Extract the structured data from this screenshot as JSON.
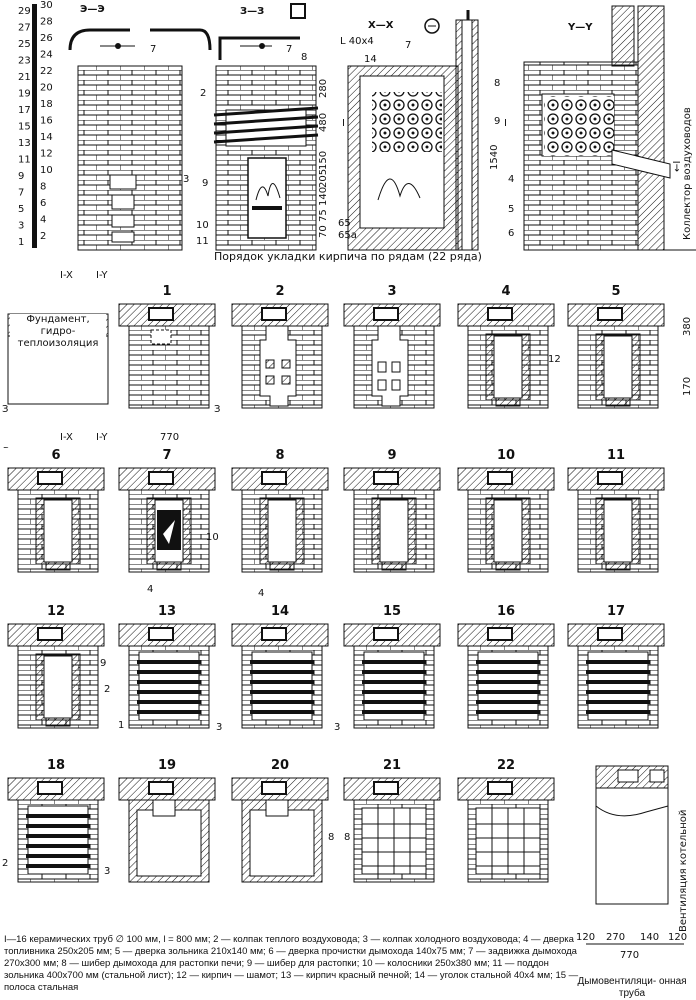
{
  "sections": {
    "ee": "Э—Э",
    "zz": "З—З",
    "xx": "X—X",
    "yy": "Y—Y"
  },
  "row_scale_left": [
    "29",
    "27",
    "25",
    "23",
    "21",
    "19",
    "17",
    "15",
    "13",
    "11",
    "9",
    "7",
    "5",
    "3",
    "1"
  ],
  "row_scale_right": [
    "30",
    "28",
    "26",
    "24",
    "22",
    "20",
    "18",
    "16",
    "14",
    "12",
    "10",
    "8",
    "6",
    "4",
    "2"
  ],
  "top_labels": {
    "angle": "L 40x4",
    "n14": "14",
    "n7a": "7",
    "n7b": "7",
    "n7c": "7",
    "n8a": "8",
    "n8b": "8",
    "n9": "9",
    "n2": "2",
    "n3": "3",
    "n9b": "9",
    "n10": "10",
    "n11": "11",
    "n1": "I",
    "n1b": "I",
    "n4": "4",
    "n5": "5",
    "n6": "6",
    "n1540": "1540",
    "dims_vert": [
      "280",
      "480",
      "150",
      "205",
      "140",
      "75",
      "70"
    ],
    "dims_vert2": [
      "65a",
      "65"
    ],
    "collector": "Коллектор воздуховодов",
    "collector_arrow": "←I"
  },
  "caption": "Порядок укладки кирпича по рядам (22 ряда)",
  "row1_labels": {
    "foundation": "Фундамент, гидро- теплоизоляция",
    "x": "I-X",
    "y": "I-Y",
    "e": "Э",
    "z": "З",
    "dim770": "770",
    "dim380": "380",
    "dim170": "170",
    "n13": "13",
    "n12": "12"
  },
  "courses": [
    "1",
    "2",
    "3",
    "4",
    "5",
    "6",
    "7",
    "8",
    "9",
    "10",
    "11",
    "12",
    "13",
    "14",
    "15",
    "16",
    "17",
    "18",
    "19",
    "20",
    "21",
    "22"
  ],
  "course_callouts": {
    "c7_10": "10",
    "c7_4": "4",
    "c8_4": "4",
    "c13_9": "9",
    "c13_2": "2",
    "c13_1": "1",
    "c13_3": "3",
    "c14_3": "3",
    "c18_2": "2",
    "c18_3": "3",
    "c20_8": "8",
    "c21_8": "8",
    "chim_7": "7"
  },
  "chimney": {
    "vent": "Вентиляция котельной",
    "dims_bottom": [
      "120",
      "270",
      "140",
      "120"
    ],
    "total": "770",
    "title": "Дымовентиляци- онная труба"
  },
  "legend": "I—16 керамических труб ∅ 100 мм, l = 800 мм; 2 — колпак теплого воздуховода; 3 — колпак холодного воздуховода; 4 — дверка топливника 250х205 мм; 5 — дверка зольника 210х140 мм; 6 — дверка прочистки дымохода 140х75 мм; 7 — задвижка дымохода 270х300 мм; 8 — шибер дымохода для растопки печи; 9 — шибер для растопки; 10 — колосники 250х380 мм; 11 — поддон зольника 400х700 мм (стальной лист); 12 — кирпич — шамот; 13 — кирпич красный печной; 14 — уголок стальной 40х4 мм; 15 — полоса стальная"
}
